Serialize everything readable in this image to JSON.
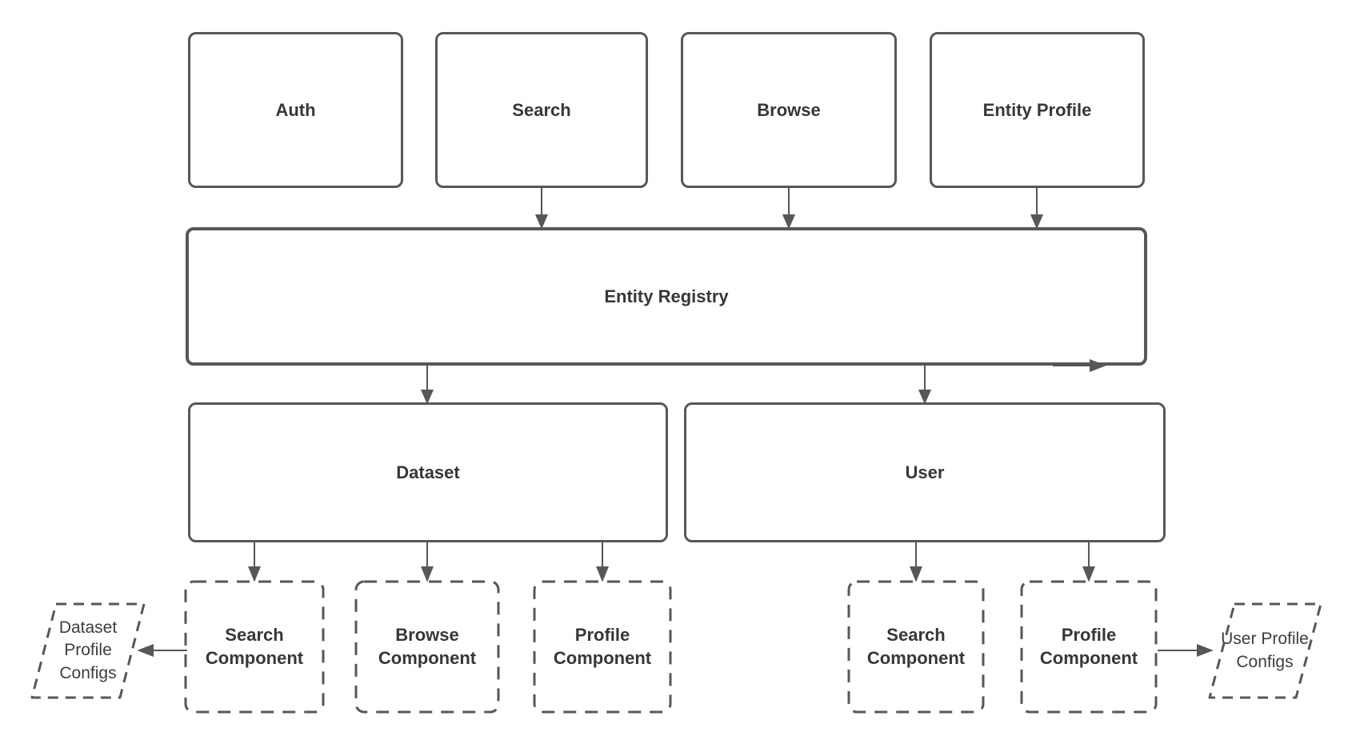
{
  "diagram": {
    "nodes": {
      "auth": {
        "label": "Auth"
      },
      "search": {
        "label": "Search"
      },
      "browse": {
        "label": "Browse"
      },
      "entity_profile": {
        "label": "Entity Profile"
      },
      "entity_registry": {
        "label": "Entity Registry"
      },
      "dataset": {
        "label": "Dataset"
      },
      "user": {
        "label": "User"
      },
      "dataset_search_component": {
        "label": "Search Component"
      },
      "dataset_browse_component": {
        "label": "Browse Component"
      },
      "dataset_profile_component": {
        "label": "Profile Component"
      },
      "user_search_component": {
        "label": "Search Component"
      },
      "user_profile_component": {
        "label": "Profile Component"
      },
      "dataset_profile_configs": {
        "label": "Dataset Profile Configs"
      },
      "user_profile_configs": {
        "label": "User Profile Configs"
      }
    },
    "edges": [
      {
        "from": "search",
        "to": "entity_registry"
      },
      {
        "from": "browse",
        "to": "entity_registry"
      },
      {
        "from": "entity_profile",
        "to": "entity_registry"
      },
      {
        "from": "entity_registry",
        "to": "dataset"
      },
      {
        "from": "entity_registry",
        "to": null,
        "note": "right-pointing arrowhead on bottom-right edge of Entity Registry"
      },
      {
        "from": "entity_registry",
        "to": "user"
      },
      {
        "from": "dataset",
        "to": "dataset_search_component"
      },
      {
        "from": "dataset",
        "to": "dataset_browse_component"
      },
      {
        "from": "dataset",
        "to": "dataset_profile_component"
      },
      {
        "from": "user",
        "to": "user_search_component"
      },
      {
        "from": "user",
        "to": "user_profile_component"
      },
      {
        "from": "dataset_search_component",
        "to": "dataset_profile_configs"
      },
      {
        "from": "user_profile_component",
        "to": "user_profile_configs"
      }
    ],
    "colors": {
      "stroke": "#575757",
      "text": "#373737",
      "background": "#ffffff"
    }
  }
}
